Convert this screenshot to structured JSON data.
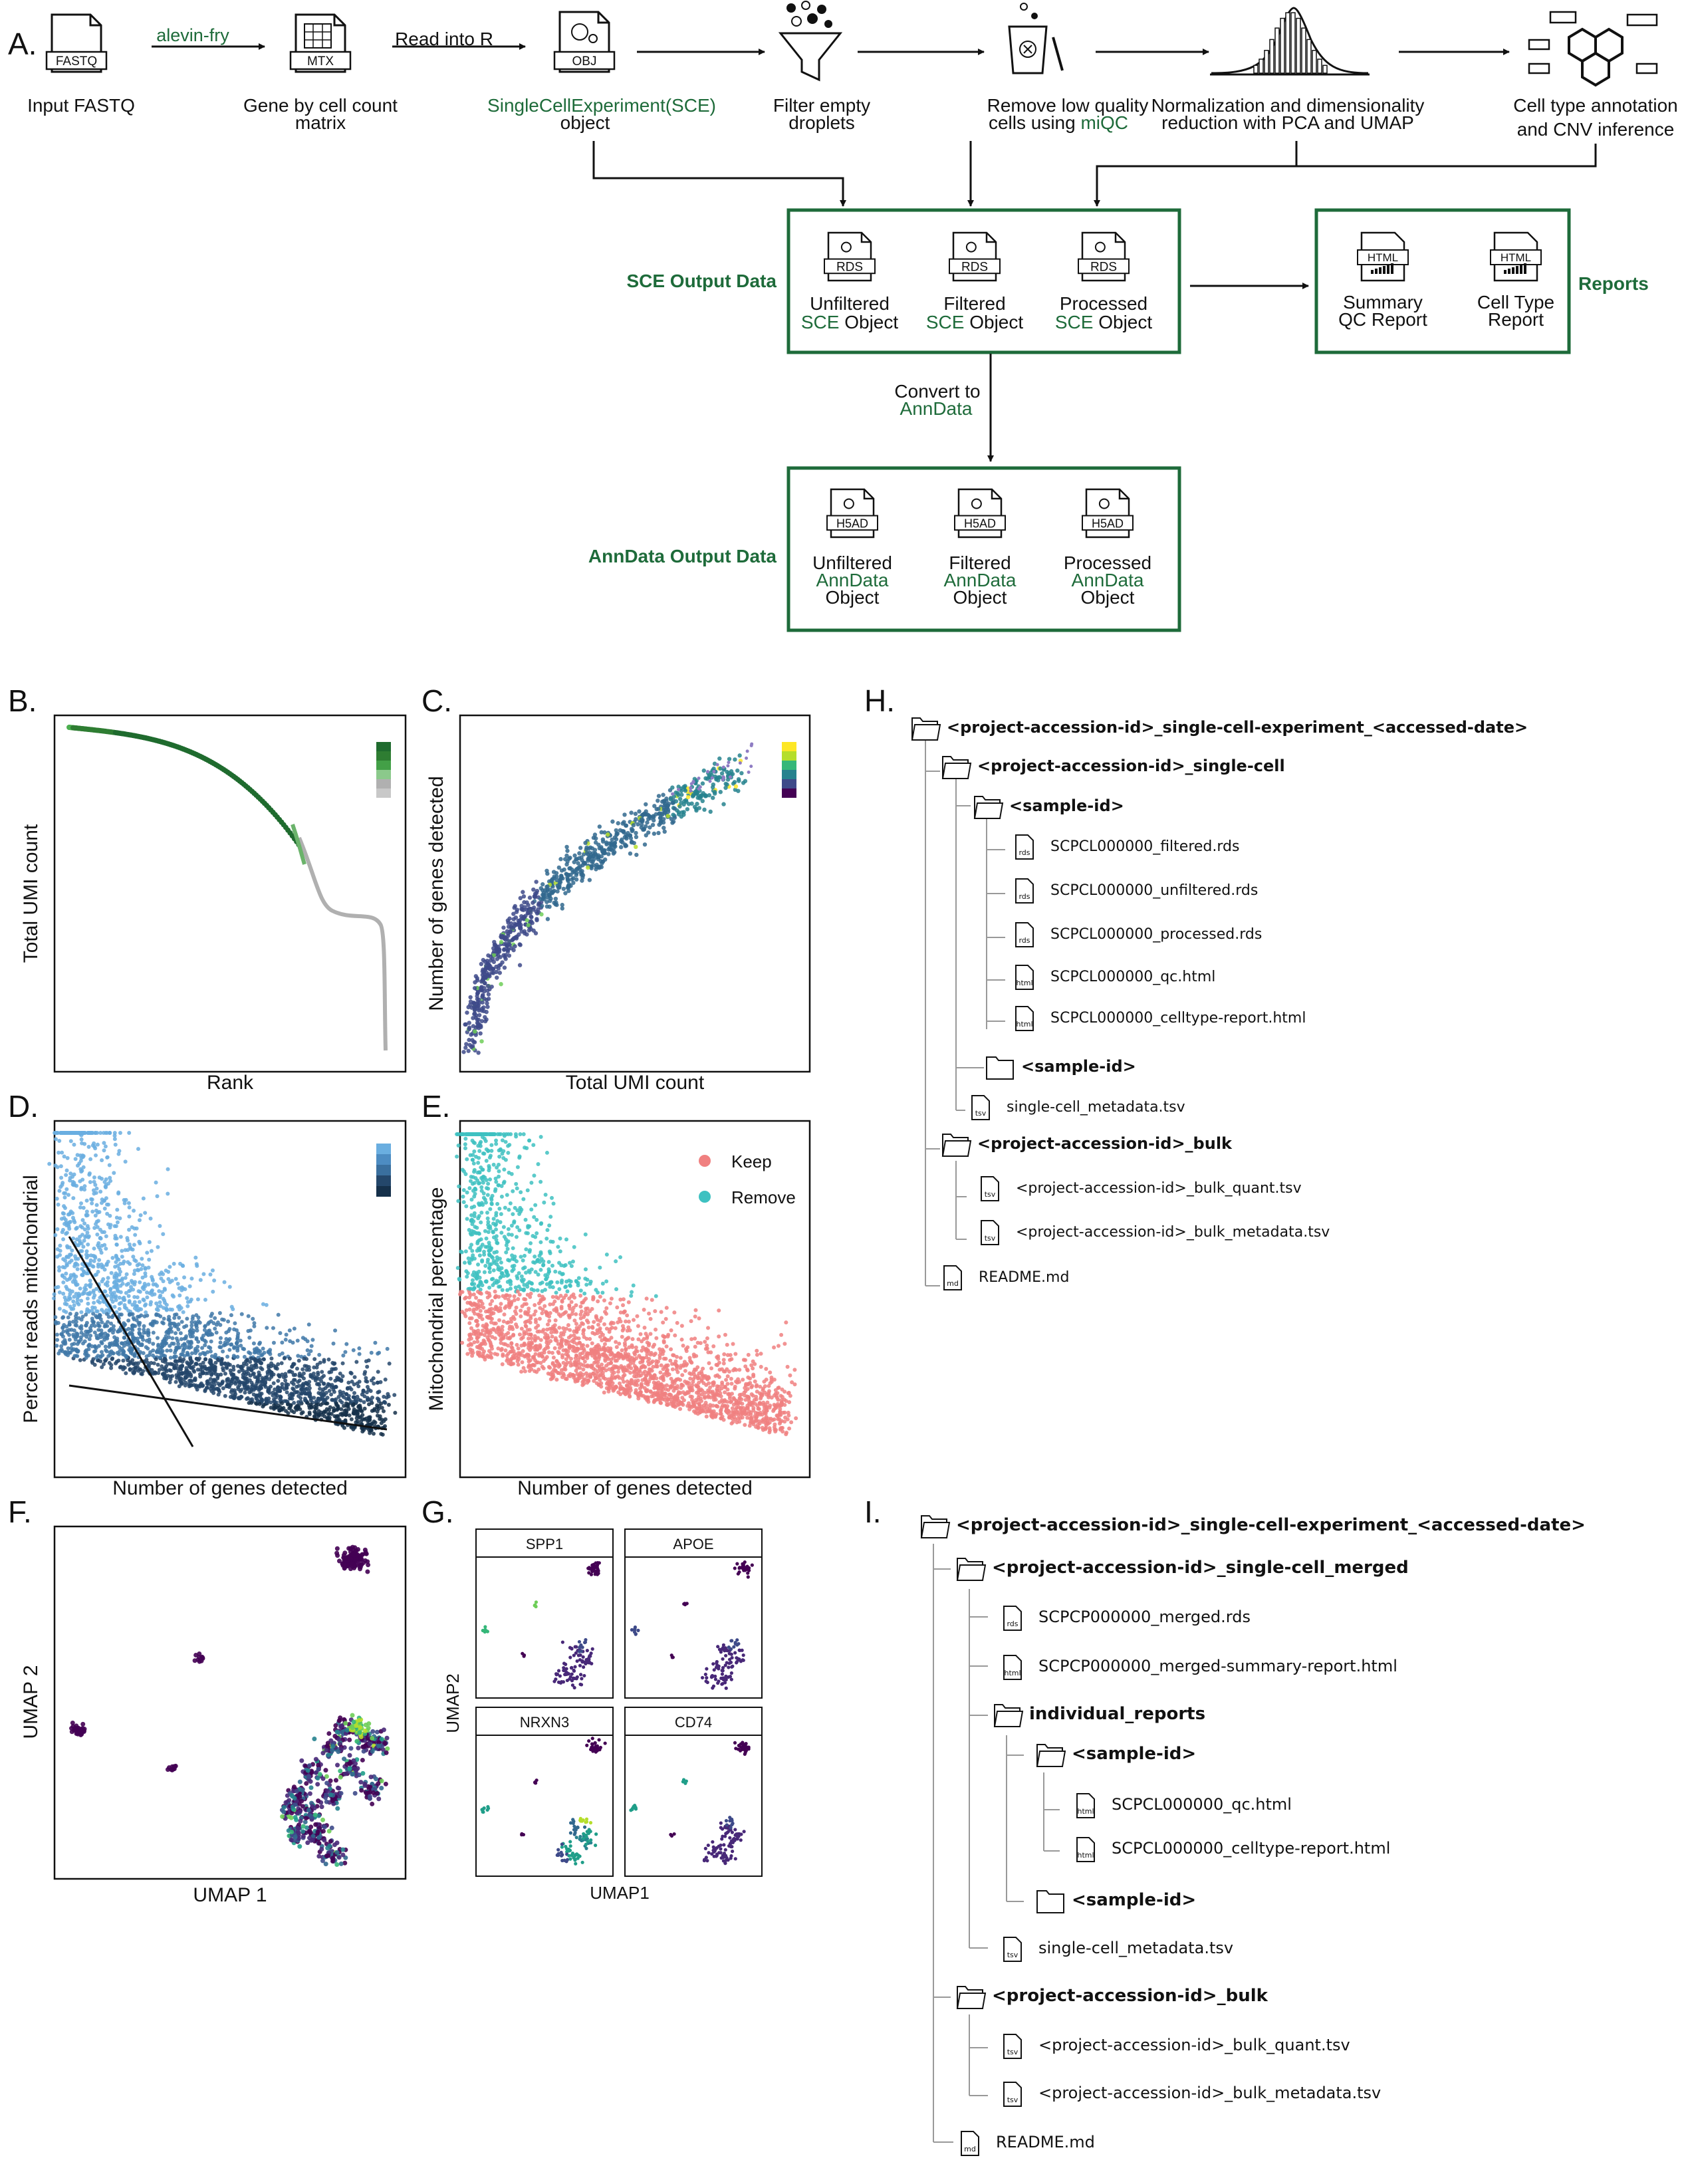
{
  "panel_labels": {
    "a": "A.",
    "b": "B.",
    "c": "C.",
    "d": "D.",
    "e": "E.",
    "f": "F.",
    "g": "G.",
    "h": "H.",
    "i": "I."
  },
  "pipeline": {
    "step1": {
      "icon": "FASTQ",
      "label": "Input FASTQ"
    },
    "arrow1": "alevin-fry",
    "step2": {
      "icon": "MTX",
      "label_l1": "Gene by cell count",
      "label_l2": "matrix"
    },
    "arrow2": "Read into R",
    "step3": {
      "icon": "OBJ",
      "label_l1": "SingleCellExperiment(SCE)",
      "label_l2": "object"
    },
    "step4": {
      "label_l1": "Filter empty",
      "label_l2": "droplets"
    },
    "step5": {
      "label_l1": "Remove low quality",
      "label_l2a": "cells using ",
      "label_l2b": "miQC"
    },
    "step6": {
      "label_l1": "Normalization and dimensionality",
      "label_l2": "reduction with PCA and UMAP"
    },
    "step7": {
      "label_l1": "Cell type annotation",
      "label_l2": "and CNV inference"
    }
  },
  "sce_output": {
    "title": "SCE Output Data",
    "items": [
      {
        "icon": "RDS",
        "l1": "Unfiltered",
        "l2a": "SCE",
        "l2b": " Object"
      },
      {
        "icon": "RDS",
        "l1": "Filtered",
        "l2a": "SCE",
        "l2b": " Object"
      },
      {
        "icon": "RDS",
        "l1": "Processed",
        "l2a": "SCE",
        "l2b": " Object"
      }
    ]
  },
  "reports": {
    "title": "Reports",
    "items": [
      {
        "icon": "HTML",
        "l1": "Summary",
        "l2": "QC Report"
      },
      {
        "icon": "HTML",
        "l1": "Cell Type",
        "l2": "Report"
      }
    ]
  },
  "convert": {
    "l1": "Convert to",
    "l2": "AnnData"
  },
  "anndata_output": {
    "title": "AnnData Output Data",
    "items": [
      {
        "icon": "H5AD",
        "l1": "Unfiltered",
        "l2": "AnnData",
        "l3": "Object"
      },
      {
        "icon": "H5AD",
        "l1": "Filtered",
        "l2": "AnnData",
        "l3": "Object"
      },
      {
        "icon": "H5AD",
        "l1": "Processed",
        "l2": "AnnData",
        "l3": "Object"
      }
    ]
  },
  "chart_data": [
    {
      "panel": "B",
      "type": "line",
      "xlabel": "Rank",
      "ylabel": "Total UMI count",
      "colors": {
        "high": "#1f6b2e",
        "low": "#b0b0b0"
      }
    },
    {
      "panel": "C",
      "type": "scatter",
      "xlabel": "Total UMI count",
      "ylabel": "Number of genes detected",
      "colormap": "viridis"
    },
    {
      "panel": "D",
      "type": "scatter",
      "xlabel": "Number of genes detected",
      "ylabel": "Percent reads mitochondrial",
      "colors": {
        "high": "#6aaee0",
        "low": "#15304a"
      }
    },
    {
      "panel": "E",
      "type": "scatter",
      "xlabel": "Number of genes detected",
      "ylabel": "Mitochondrial percentage",
      "legend": [
        {
          "name": "Keep",
          "color": "#f08080"
        },
        {
          "name": "Remove",
          "color": "#3ec1c1"
        }
      ]
    },
    {
      "panel": "F",
      "type": "scatter",
      "xlabel": "UMAP 1",
      "ylabel": "UMAP 2",
      "colormap": "viridis"
    },
    {
      "panel": "G",
      "type": "scatter",
      "xlabel": "UMAP1",
      "ylabel": "UMAP2",
      "facets": [
        "SPP1",
        "APOE",
        "NRXN3",
        "CD74"
      ],
      "colormap": "viridis"
    }
  ],
  "tree_h": {
    "root": "<project-accession-id>_single-cell-experiment_<accessed-date>",
    "single_cell": "<project-accession-id>_single-cell",
    "sample1": "<sample-id>",
    "files": [
      {
        "icon": "rds",
        "name": "SCPCL000000_filtered.rds"
      },
      {
        "icon": "rds",
        "name": "SCPCL000000_unfiltered.rds"
      },
      {
        "icon": "rds",
        "name": "SCPCL000000_processed.rds"
      },
      {
        "icon": "html",
        "name": "SCPCL000000_qc.html"
      },
      {
        "icon": "html",
        "name": "SCPCL000000_celltype-report.html"
      }
    ],
    "sample2": "<sample-id>",
    "metadata": {
      "icon": "tsv",
      "name": "single-cell_metadata.tsv"
    },
    "bulk": "<project-accession-id>_bulk",
    "bulk_files": [
      {
        "icon": "tsv",
        "name": "<project-accession-id>_bulk_quant.tsv"
      },
      {
        "icon": "tsv",
        "name": "<project-accession-id>_bulk_metadata.tsv"
      }
    ],
    "readme": {
      "icon": "md",
      "name": "README.md"
    }
  },
  "tree_i": {
    "root": "<project-accession-id>_single-cell-experiment_<accessed-date>",
    "merged": "<project-accession-id>_single-cell_merged",
    "merged_files": [
      {
        "icon": "rds",
        "name": "SCPCP000000_merged.rds"
      },
      {
        "icon": "html",
        "name": "SCPCP000000_merged-summary-report.html"
      }
    ],
    "individual": "individual_reports",
    "sample1": "<sample-id>",
    "sample_files": [
      {
        "icon": "html",
        "name": "SCPCL000000_qc.html"
      },
      {
        "icon": "html",
        "name": "SCPCL000000_celltype-report.html"
      }
    ],
    "sample2": "<sample-id>",
    "metadata": {
      "icon": "tsv",
      "name": "single-cell_metadata.tsv"
    },
    "bulk": "<project-accession-id>_bulk",
    "bulk_files": [
      {
        "icon": "tsv",
        "name": "<project-accession-id>_bulk_quant.tsv"
      },
      {
        "icon": "tsv",
        "name": "<project-accession-id>_bulk_metadata.tsv"
      }
    ],
    "readme": {
      "icon": "md",
      "name": "README.md"
    }
  }
}
